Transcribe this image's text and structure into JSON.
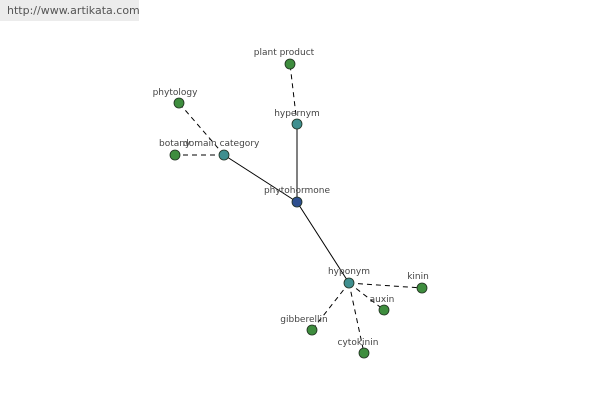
{
  "site_url": "http://www.artikata.com",
  "colors": {
    "center_node": "#2e4f8f",
    "relation_node": "#3f8f8f",
    "leaf_node": "#3e8d3e",
    "edge": "#000000",
    "label": "#444444"
  },
  "graph": {
    "nodes": [
      {
        "id": "phytohormone",
        "label": "phytohormone",
        "kind": "center"
      },
      {
        "id": "hypernym",
        "label": "hypernym",
        "kind": "relation"
      },
      {
        "id": "domain_category",
        "label": "domain category",
        "kind": "relation"
      },
      {
        "id": "hyponym",
        "label": "hyponym",
        "kind": "relation"
      },
      {
        "id": "plant_product",
        "label": "plant product",
        "kind": "leaf"
      },
      {
        "id": "phytology",
        "label": "phytology",
        "kind": "leaf"
      },
      {
        "id": "botany",
        "label": "botany",
        "kind": "leaf"
      },
      {
        "id": "kinin",
        "label": "kinin",
        "kind": "leaf"
      },
      {
        "id": "auxin",
        "label": "auxin",
        "kind": "leaf"
      },
      {
        "id": "gibberellin",
        "label": "gibberellin",
        "kind": "leaf"
      },
      {
        "id": "cytokinin",
        "label": "cytokinin",
        "kind": "leaf"
      }
    ],
    "edges": [
      {
        "from": "phytohormone",
        "to": "hypernym",
        "style": "solid"
      },
      {
        "from": "phytohormone",
        "to": "domain_category",
        "style": "solid"
      },
      {
        "from": "phytohormone",
        "to": "hyponym",
        "style": "solid"
      },
      {
        "from": "hypernym",
        "to": "plant_product",
        "style": "dashed"
      },
      {
        "from": "domain_category",
        "to": "phytology",
        "style": "dashed"
      },
      {
        "from": "domain_category",
        "to": "botany",
        "style": "dashed"
      },
      {
        "from": "hyponym",
        "to": "kinin",
        "style": "dashed"
      },
      {
        "from": "hyponym",
        "to": "auxin",
        "style": "dashed"
      },
      {
        "from": "hyponym",
        "to": "gibberellin",
        "style": "dashed"
      },
      {
        "from": "hyponym",
        "to": "cytokinin",
        "style": "dashed"
      }
    ]
  }
}
